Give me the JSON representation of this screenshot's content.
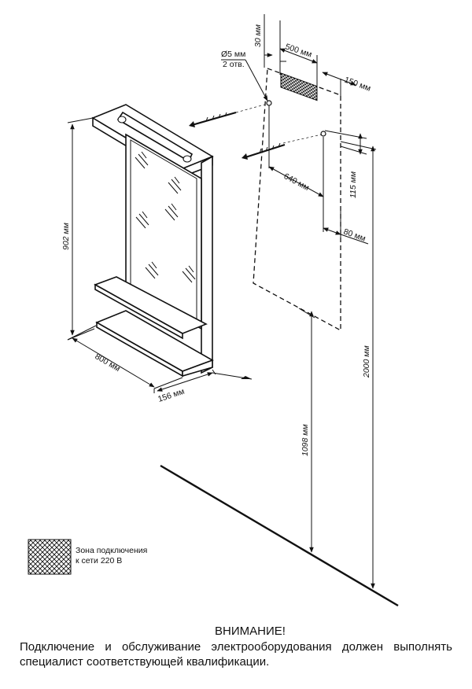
{
  "dimensions": {
    "shelf_gap": "30 мм",
    "hole_spec_line1": "Ø5 мм",
    "hole_spec_line2": "2 отв.",
    "zone_width": "500 мм",
    "offset_right": "150 мм",
    "hole_drop": "115 мм",
    "hole_spacing": "640 мм",
    "offset_bottom": "80 мм",
    "cabinet_height": "902 мм",
    "cabinet_width": "800 мм",
    "cabinet_depth": "156 мм",
    "total_height": "2000 мм",
    "mount_height": "1098 мм"
  },
  "legend": {
    "line1": "Зона подключения",
    "line2": "к сети 220 В"
  },
  "warning": {
    "title": "ВНИМАНИЕ!",
    "body": "Подключение и обслуживание электрооборудования должен выполнять специалист соответствующей квалификации."
  }
}
